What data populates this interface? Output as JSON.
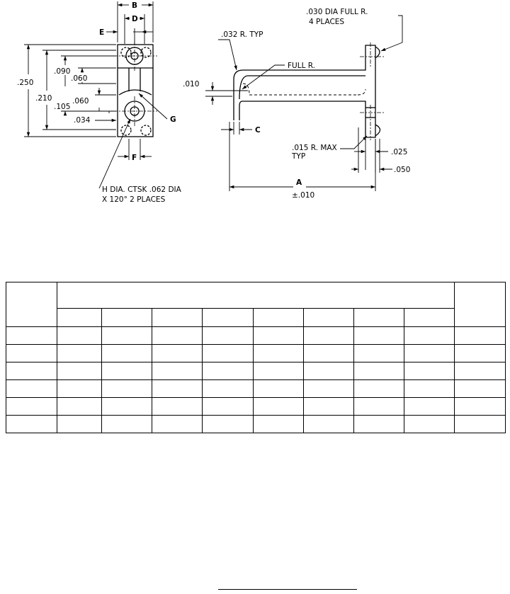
{
  "drawing": {
    "left_view": {
      "labels": {
        "B": "B",
        "D": "D",
        "E": "E",
        "F": "F",
        "G": "G",
        "dim_250": ".250",
        "dim_210": ".210",
        "dim_090": ".090",
        "dim_060_top": ".060",
        "dim_105": ".105",
        "dim_060_bottom": ".060",
        "dim_034": ".034"
      },
      "note_line1": "H  DIA. CTSK .062 DIA",
      "note_line2": "X  120° 2 PLACES"
    },
    "right_view": {
      "labels": {
        "r032": ".032 R. TYP",
        "full_r": "FULL R.",
        "dia030_line1": ".030 DIA FULL R.",
        "dia030_line2": "4 PLACES",
        "dim_010": ".010",
        "C": "C",
        "r015_line1": ".015 R. MAX",
        "r015_line2": "TYP",
        "dim_025": ".025",
        "dim_050": ".050",
        "A": "A",
        "tol": "±.010"
      }
    }
  },
  "table": {
    "rows": 8,
    "inner_columns": 8
  }
}
